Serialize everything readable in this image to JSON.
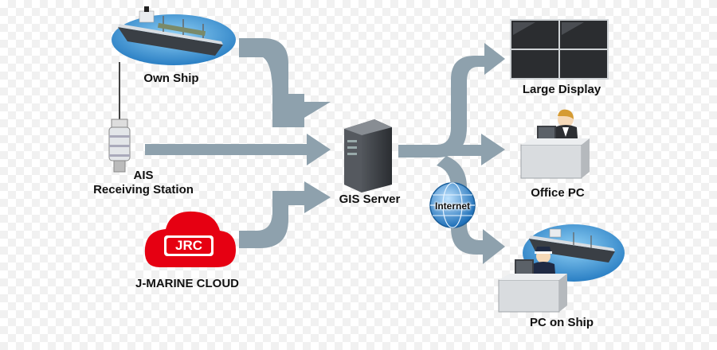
{
  "nodes": {
    "own_ship": "Own Ship",
    "ais_line1": "AIS",
    "ais_line2": "Receiving Station",
    "jmarine": "J-MARINE CLOUD",
    "jrc_logo": "JRC",
    "gis": "GIS Server",
    "internet": "Internet",
    "large_display": "Large Display",
    "office_pc": "Office PC",
    "pc_on_ship": "PC on Ship"
  },
  "colors": {
    "arrow": "#8ea1ad",
    "jrc_red": "#e60012",
    "sea": "#3d8fd0",
    "server": "#3c3f44",
    "globe": "#2a80c8"
  },
  "icons": [
    "ship-icon",
    "antenna-icon",
    "cloud-icon",
    "server-icon",
    "globe-icon",
    "monitor-wall-icon",
    "operator-icon",
    "desk-icon"
  ]
}
